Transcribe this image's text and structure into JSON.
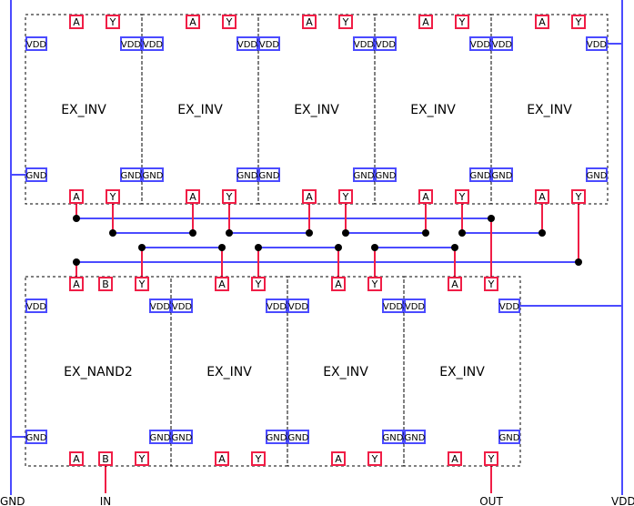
{
  "colors": {
    "power": "#4b4bff",
    "signal": "#f01e46",
    "junction": "#000000",
    "outline": "#000000"
  },
  "top_row": [
    {
      "name": "EX_INV",
      "top_pins": [
        "A",
        "Y"
      ],
      "bottom_pins": [
        "A",
        "Y"
      ],
      "vdd": "VDD",
      "gnd": "GND"
    },
    {
      "name": "EX_INV",
      "top_pins": [
        "A",
        "Y"
      ],
      "bottom_pins": [
        "A",
        "Y"
      ],
      "vdd": "VDD",
      "gnd": "GND"
    },
    {
      "name": "EX_INV",
      "top_pins": [
        "A",
        "Y"
      ],
      "bottom_pins": [
        "A",
        "Y"
      ],
      "vdd": "VDD",
      "gnd": "GND"
    },
    {
      "name": "EX_INV",
      "top_pins": [
        "A",
        "Y"
      ],
      "bottom_pins": [
        "A",
        "Y"
      ],
      "vdd": "VDD",
      "gnd": "GND"
    },
    {
      "name": "EX_INV",
      "top_pins": [
        "A",
        "Y"
      ],
      "bottom_pins": [
        "A",
        "Y"
      ],
      "vdd": "VDD",
      "gnd": "GND"
    }
  ],
  "bottom_row": [
    {
      "name": "EX_NAND2",
      "top_pins": [
        "A",
        "B",
        "Y"
      ],
      "bottom_pins": [
        "A",
        "B",
        "Y"
      ],
      "vdd": "VDD",
      "gnd": "GND"
    },
    {
      "name": "EX_INV",
      "top_pins": [
        "A",
        "Y"
      ],
      "bottom_pins": [
        "A",
        "Y"
      ],
      "vdd": "VDD",
      "gnd": "GND"
    },
    {
      "name": "EX_INV",
      "top_pins": [
        "A",
        "Y"
      ],
      "bottom_pins": [
        "A",
        "Y"
      ],
      "vdd": "VDD",
      "gnd": "GND"
    },
    {
      "name": "EX_INV",
      "top_pins": [
        "A",
        "Y"
      ],
      "bottom_pins": [
        "A",
        "Y"
      ],
      "vdd": "VDD",
      "gnd": "GND"
    }
  ],
  "ports": {
    "gnd": "GND",
    "in": "IN",
    "out": "OUT",
    "vdd": "VDD"
  }
}
